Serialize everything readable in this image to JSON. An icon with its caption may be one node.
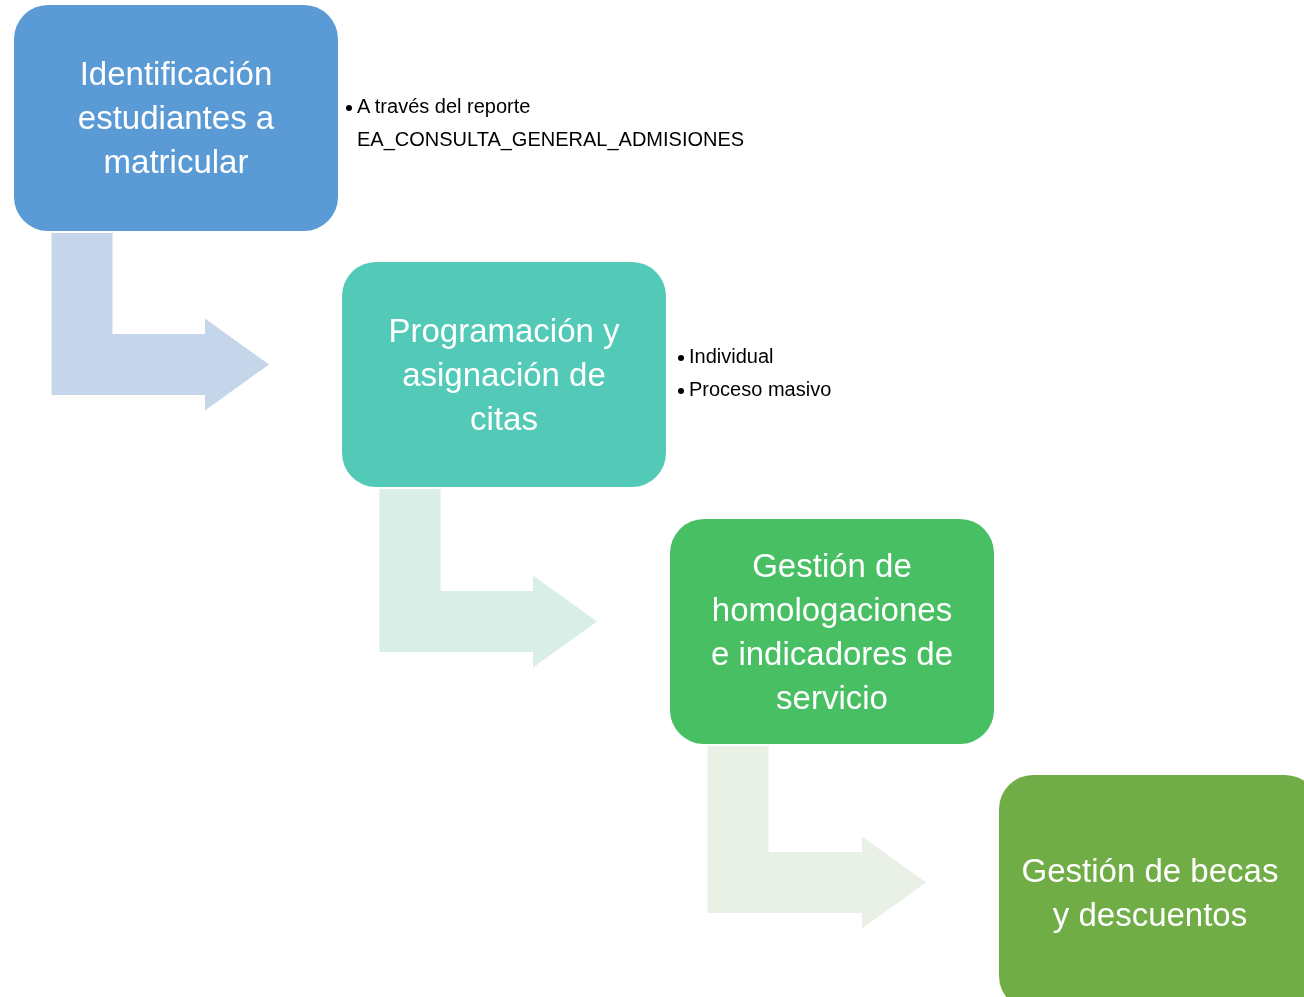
{
  "diagram": {
    "nodes": [
      {
        "text": [
          "Identificación estudiantes a matricular"
        ],
        "beside": [
          "A través del reporte EA_CONSULTA_GENERAL_ADMISIONES"
        ]
      },
      {
        "text": [
          "Programación y asignación de citas"
        ],
        "beside": [
          "Individual",
          "Proceso masivo"
        ]
      },
      {
        "text": [
          "Gestión de homologaciones e indicadores de servicio"
        ]
      },
      {
        "text": [
          "Gestión de becas y descuentos"
        ]
      }
    ],
    "edges": [
      {
        "from": 0,
        "to": 1,
        "arrow": "to",
        "color": "#c5d5ea"
      },
      {
        "from": 1,
        "to": 2,
        "arrow": "to",
        "color": "#d8eee6"
      },
      {
        "from": 2,
        "to": 3,
        "arrow": "to",
        "color": "#e9f0e5"
      }
    ]
  }
}
